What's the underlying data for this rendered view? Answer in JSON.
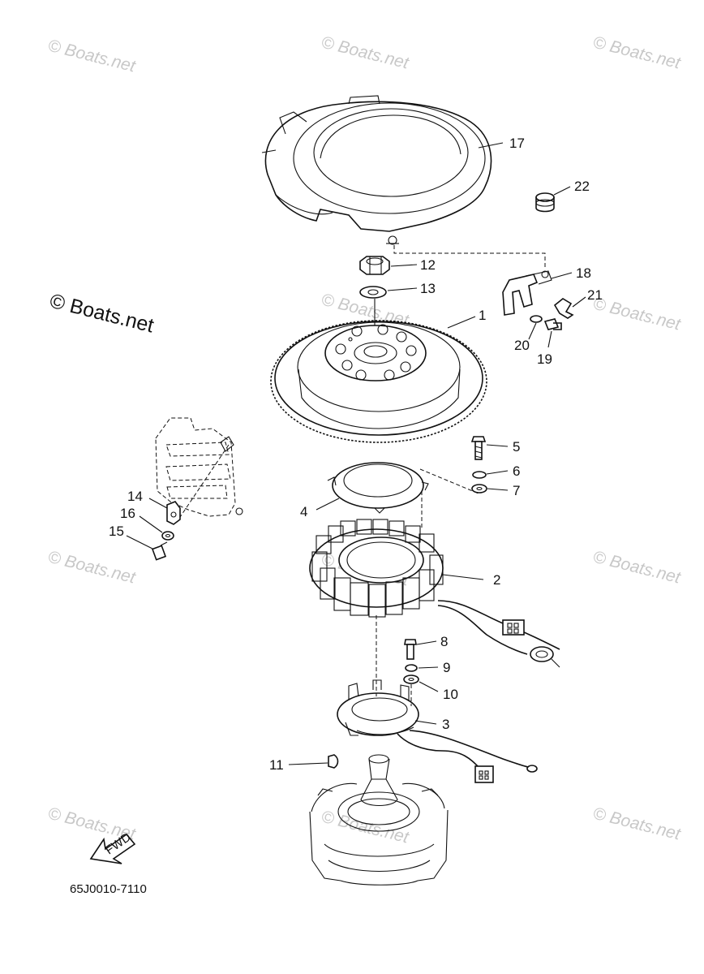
{
  "watermark": {
    "text": "© Boats.net",
    "main_text": "© Boats.net"
  },
  "diagram_code": "65J0010-7110",
  "fwd_label": "FWD",
  "callouts": {
    "p1": "1",
    "p2": "2",
    "p3": "3",
    "p4": "4",
    "p5": "5",
    "p6": "6",
    "p7": "7",
    "p8": "8",
    "p9": "9",
    "p10": "10",
    "p11": "11",
    "p12": "12",
    "p13": "13",
    "p14": "14",
    "p15": "15",
    "p16": "16",
    "p17": "17",
    "p18": "18",
    "p19": "19",
    "p20": "20",
    "p21": "21",
    "p22": "22"
  },
  "colors": {
    "line": "#111111",
    "watermark": "#c8c8c8",
    "background": "#ffffff"
  }
}
